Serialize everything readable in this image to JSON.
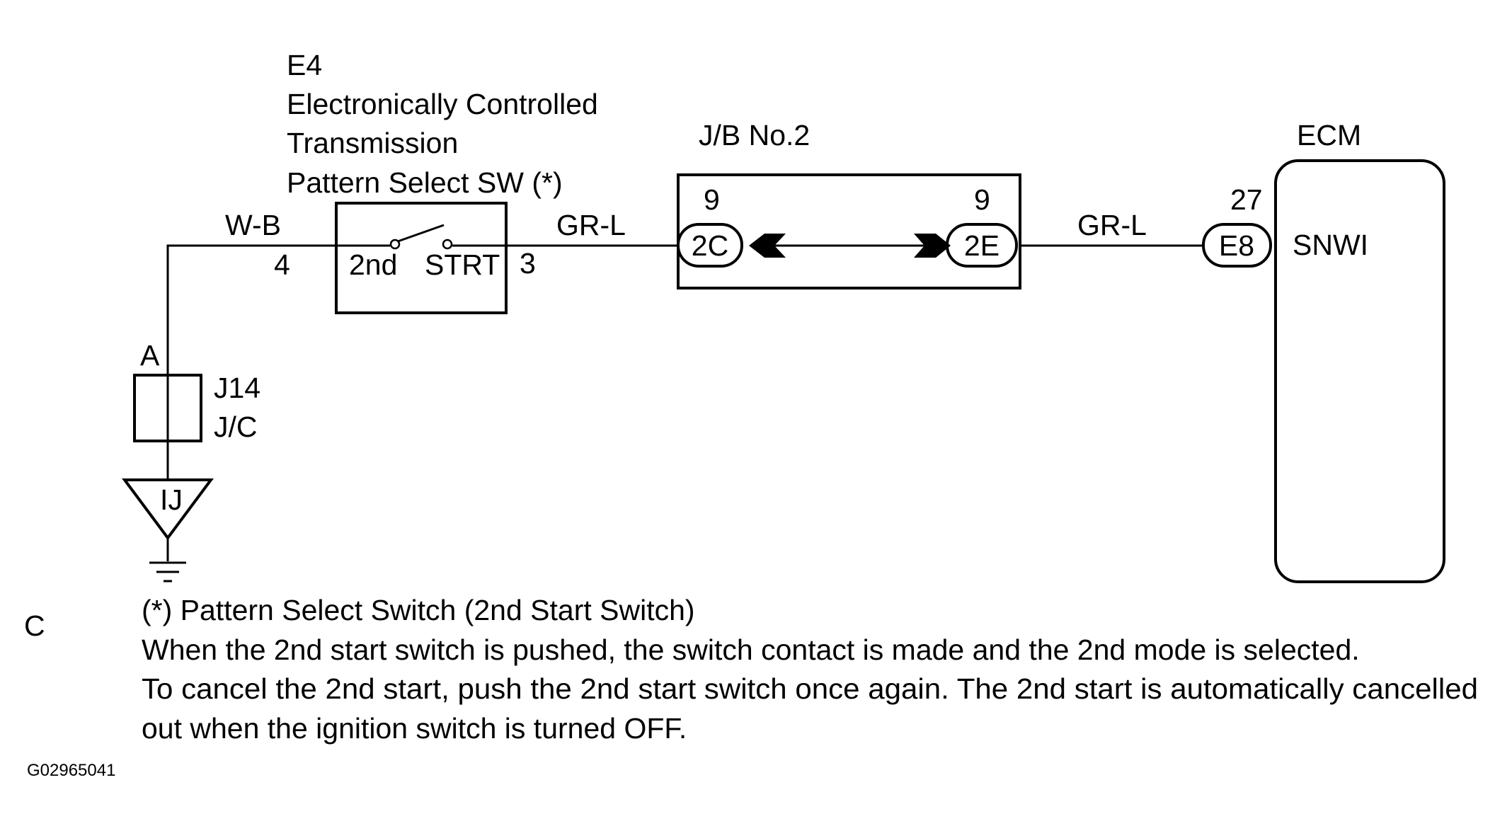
{
  "switch_component": {
    "code": "E4",
    "name_line1": "Electronically Controlled",
    "name_line2": "Transmission",
    "name_line3": "Pattern Select SW (*)",
    "left_pin": "4",
    "right_pin": "3",
    "contact_left": "2nd",
    "contact_right": "STRT"
  },
  "junction_block": {
    "name": "J/B No.2",
    "left_pin": "9",
    "right_pin": "9",
    "left_connector": "2C",
    "right_connector": "2E"
  },
  "ecm": {
    "name": "ECM",
    "pin": "27",
    "connector": "E8",
    "terminal": "SNWI"
  },
  "wires": {
    "ground_wire": "W-B",
    "left_signal": "GR-L",
    "right_signal": "GR-L"
  },
  "junction_connector": {
    "pin": "A",
    "code": "J14",
    "name": "J/C"
  },
  "ground": {
    "label": "IJ"
  },
  "margin_label": "C",
  "notes": [
    "(*) Pattern Select Switch (2nd Start Switch)",
    "When the 2nd start switch is pushed, the switch contact is made and the 2nd mode is selected.",
    "To cancel the 2nd start, push the 2nd start switch once again. The 2nd start is automatically cancelled",
    "out when the ignition switch is turned OFF."
  ],
  "figure_id": "G02965041"
}
